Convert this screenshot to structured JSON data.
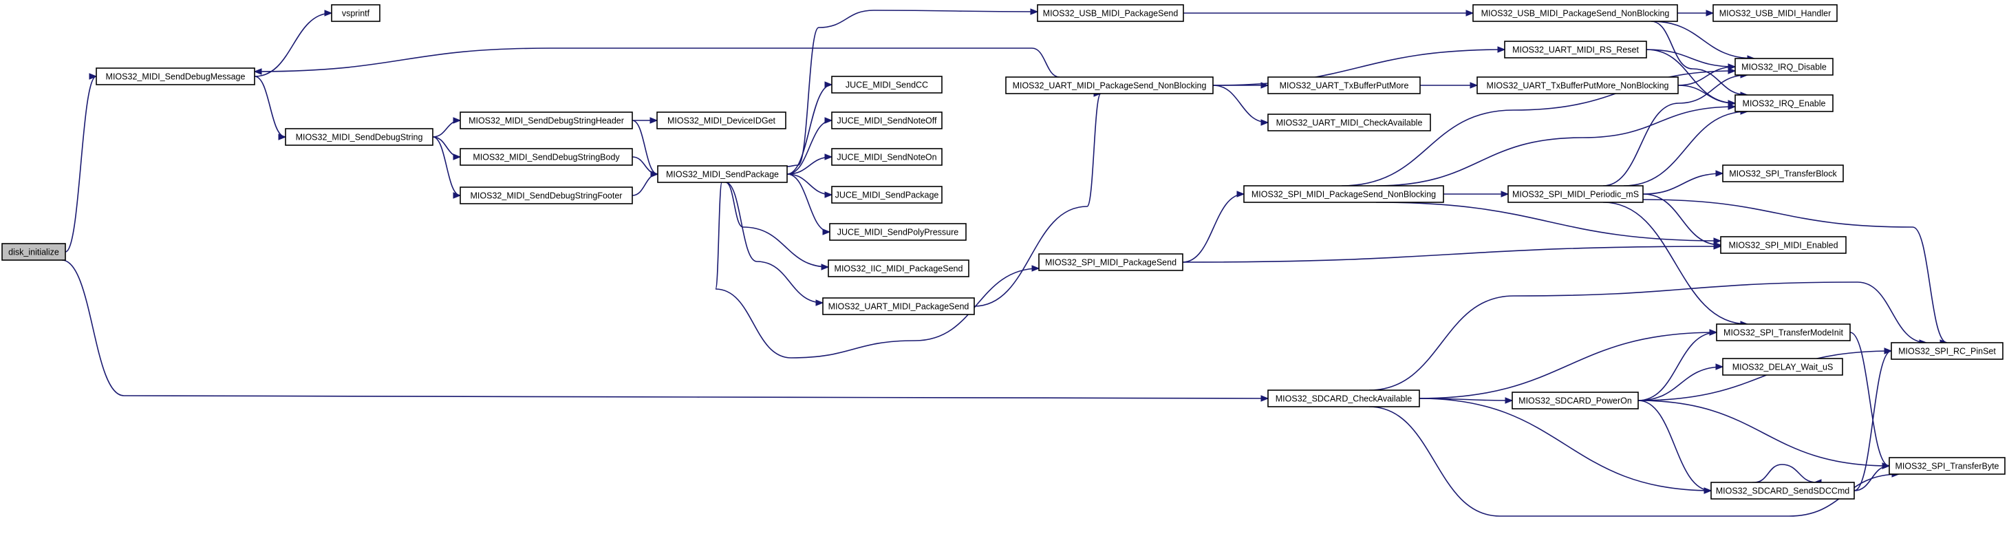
{
  "nodes": [
    {
      "id": "disk_initialize",
      "label": "disk_initialize",
      "root": true
    },
    {
      "id": "MIOS32_MIDI_SendDebugMessage",
      "label": "MIOS32_MIDI_SendDebugMessage"
    },
    {
      "id": "vsprintf",
      "label": "vsprintf"
    },
    {
      "id": "MIOS32_MIDI_SendDebugString",
      "label": "MIOS32_MIDI_SendDebugString"
    },
    {
      "id": "MIOS32_MIDI_SendDebugStringHeader",
      "label": "MIOS32_MIDI_SendDebugStringHeader"
    },
    {
      "id": "MIOS32_MIDI_SendDebugStringBody",
      "label": "MIOS32_MIDI_SendDebugStringBody"
    },
    {
      "id": "MIOS32_MIDI_SendDebugStringFooter",
      "label": "MIOS32_MIDI_SendDebugStringFooter"
    },
    {
      "id": "MIOS32_MIDI_DeviceIDGet",
      "label": "MIOS32_MIDI_DeviceIDGet"
    },
    {
      "id": "MIOS32_MIDI_SendPackage",
      "label": "MIOS32_MIDI_SendPackage"
    },
    {
      "id": "JUCE_MIDI_SendCC",
      "label": "JUCE_MIDI_SendCC"
    },
    {
      "id": "JUCE_MIDI_SendNoteOff",
      "label": "JUCE_MIDI_SendNoteOff"
    },
    {
      "id": "JUCE_MIDI_SendNoteOn",
      "label": "JUCE_MIDI_SendNoteOn"
    },
    {
      "id": "JUCE_MIDI_SendPackage",
      "label": "JUCE_MIDI_SendPackage"
    },
    {
      "id": "JUCE_MIDI_SendPolyPressure",
      "label": "JUCE_MIDI_SendPolyPressure"
    },
    {
      "id": "MIOS32_IIC_MIDI_PackageSend",
      "label": "MIOS32_IIC_MIDI_PackageSend"
    },
    {
      "id": "MIOS32_UART_MIDI_PackageSend",
      "label": "MIOS32_UART_MIDI_PackageSend"
    },
    {
      "id": "MIOS32_USB_MIDI_PackageSend",
      "label": "MIOS32_USB_MIDI_PackageSend"
    },
    {
      "id": "MIOS32_UART_MIDI_PackageSend_NonBlocking",
      "label": "MIOS32_UART_MIDI_PackageSend_NonBlocking"
    },
    {
      "id": "MIOS32_SPI_MIDI_PackageSend",
      "label": "MIOS32_SPI_MIDI_PackageSend"
    },
    {
      "id": "MIOS32_SDCARD_CheckAvailable",
      "label": "MIOS32_SDCARD_CheckAvailable"
    },
    {
      "id": "MIOS32_USB_MIDI_PackageSend_NonBlocking",
      "label": "MIOS32_USB_MIDI_PackageSend_NonBlocking"
    },
    {
      "id": "MIOS32_USB_MIDI_Handler",
      "label": "MIOS32_USB_MIDI_Handler"
    },
    {
      "id": "MIOS32_UART_MIDI_RS_Reset",
      "label": "MIOS32_UART_MIDI_RS_Reset"
    },
    {
      "id": "MIOS32_UART_TxBufferPutMore",
      "label": "MIOS32_UART_TxBufferPutMore"
    },
    {
      "id": "MIOS32_UART_TxBufferPutMore_NonBlocking",
      "label": "MIOS32_UART_TxBufferPutMore_NonBlocking"
    },
    {
      "id": "MIOS32_UART_MIDI_CheckAvailable",
      "label": "MIOS32_UART_MIDI_CheckAvailable"
    },
    {
      "id": "MIOS32_IRQ_Disable",
      "label": "MIOS32_IRQ_Disable"
    },
    {
      "id": "MIOS32_IRQ_Enable",
      "label": "MIOS32_IRQ_Enable"
    },
    {
      "id": "MIOS32_SPI_MIDI_PackageSend_NonBlocking",
      "label": "MIOS32_SPI_MIDI_PackageSend_NonBlocking"
    },
    {
      "id": "MIOS32_SPI_MIDI_Periodic_mS",
      "label": "MIOS32_SPI_MIDI_Periodic_mS"
    },
    {
      "id": "MIOS32_SPI_TransferBlock",
      "label": "MIOS32_SPI_TransferBlock"
    },
    {
      "id": "MIOS32_SPI_MIDI_Enabled",
      "label": "MIOS32_SPI_MIDI_Enabled"
    },
    {
      "id": "MIOS32_SPI_TransferModeInit",
      "label": "MIOS32_SPI_TransferModeInit"
    },
    {
      "id": "MIOS32_SPI_RC_PinSet",
      "label": "MIOS32_SPI_RC_PinSet"
    },
    {
      "id": "MIOS32_SDCARD_PowerOn",
      "label": "MIOS32_SDCARD_PowerOn"
    },
    {
      "id": "MIOS32_DELAY_Wait_uS",
      "label": "MIOS32_DELAY_Wait_uS"
    },
    {
      "id": "MIOS32_SDCARD_SendSDCCmd",
      "label": "MIOS32_SDCARD_SendSDCCmd"
    },
    {
      "id": "MIOS32_SPI_TransferByte",
      "label": "MIOS32_SPI_TransferByte"
    }
  ],
  "edges": [
    {
      "from": "disk_initialize",
      "to": "MIOS32_MIDI_SendDebugMessage"
    },
    {
      "from": "disk_initialize",
      "to": "MIOS32_SDCARD_CheckAvailable"
    },
    {
      "from": "MIOS32_MIDI_SendDebugMessage",
      "to": "vsprintf"
    },
    {
      "from": "MIOS32_MIDI_SendDebugMessage",
      "to": "MIOS32_MIDI_SendDebugString"
    },
    {
      "from": "MIOS32_MIDI_SendDebugString",
      "to": "MIOS32_MIDI_SendDebugStringHeader"
    },
    {
      "from": "MIOS32_MIDI_SendDebugString",
      "to": "MIOS32_MIDI_SendDebugStringBody"
    },
    {
      "from": "MIOS32_MIDI_SendDebugString",
      "to": "MIOS32_MIDI_SendDebugStringFooter"
    },
    {
      "from": "MIOS32_MIDI_SendDebugStringHeader",
      "to": "MIOS32_MIDI_DeviceIDGet"
    },
    {
      "from": "MIOS32_MIDI_SendDebugStringHeader",
      "to": "MIOS32_MIDI_SendPackage"
    },
    {
      "from": "MIOS32_MIDI_SendDebugStringBody",
      "to": "MIOS32_MIDI_SendPackage"
    },
    {
      "from": "MIOS32_MIDI_SendDebugStringFooter",
      "to": "MIOS32_MIDI_SendPackage"
    },
    {
      "from": "MIOS32_MIDI_SendPackage",
      "to": "MIOS32_USB_MIDI_PackageSend"
    },
    {
      "from": "MIOS32_MIDI_SendPackage",
      "to": "JUCE_MIDI_SendCC"
    },
    {
      "from": "MIOS32_MIDI_SendPackage",
      "to": "JUCE_MIDI_SendNoteOff"
    },
    {
      "from": "MIOS32_MIDI_SendPackage",
      "to": "JUCE_MIDI_SendNoteOn"
    },
    {
      "from": "MIOS32_MIDI_SendPackage",
      "to": "JUCE_MIDI_SendPackage"
    },
    {
      "from": "MIOS32_MIDI_SendPackage",
      "to": "JUCE_MIDI_SendPolyPressure"
    },
    {
      "from": "MIOS32_MIDI_SendPackage",
      "to": "MIOS32_IIC_MIDI_PackageSend"
    },
    {
      "from": "MIOS32_MIDI_SendPackage",
      "to": "MIOS32_UART_MIDI_PackageSend"
    },
    {
      "from": "MIOS32_MIDI_SendPackage",
      "to": "MIOS32_SPI_MIDI_PackageSend"
    },
    {
      "from": "MIOS32_UART_MIDI_PackageSend",
      "to": "MIOS32_UART_MIDI_PackageSend_NonBlocking"
    },
    {
      "from": "MIOS32_UART_MIDI_PackageSend_NonBlocking",
      "to": "MIOS32_MIDI_SendDebugMessage"
    },
    {
      "from": "MIOS32_UART_MIDI_PackageSend_NonBlocking",
      "to": "MIOS32_UART_MIDI_RS_Reset"
    },
    {
      "from": "MIOS32_UART_MIDI_PackageSend_NonBlocking",
      "to": "MIOS32_UART_TxBufferPutMore"
    },
    {
      "from": "MIOS32_UART_MIDI_PackageSend_NonBlocking",
      "to": "MIOS32_UART_MIDI_CheckAvailable"
    },
    {
      "from": "MIOS32_USB_MIDI_PackageSend",
      "to": "MIOS32_USB_MIDI_PackageSend_NonBlocking"
    },
    {
      "from": "MIOS32_USB_MIDI_PackageSend_NonBlocking",
      "to": "MIOS32_USB_MIDI_Handler"
    },
    {
      "from": "MIOS32_USB_MIDI_PackageSend_NonBlocking",
      "to": "MIOS32_IRQ_Disable"
    },
    {
      "from": "MIOS32_USB_MIDI_PackageSend_NonBlocking",
      "to": "MIOS32_IRQ_Enable"
    },
    {
      "from": "MIOS32_UART_MIDI_RS_Reset",
      "to": "MIOS32_IRQ_Disable"
    },
    {
      "from": "MIOS32_UART_MIDI_RS_Reset",
      "to": "MIOS32_IRQ_Enable"
    },
    {
      "from": "MIOS32_UART_TxBufferPutMore",
      "to": "MIOS32_UART_TxBufferPutMore_NonBlocking"
    },
    {
      "from": "MIOS32_UART_TxBufferPutMore_NonBlocking",
      "to": "MIOS32_IRQ_Disable"
    },
    {
      "from": "MIOS32_UART_TxBufferPutMore_NonBlocking",
      "to": "MIOS32_IRQ_Enable"
    },
    {
      "from": "MIOS32_SPI_MIDI_PackageSend",
      "to": "MIOS32_SPI_MIDI_PackageSend_NonBlocking"
    },
    {
      "from": "MIOS32_SPI_MIDI_PackageSend",
      "to": "MIOS32_SPI_MIDI_Enabled"
    },
    {
      "from": "MIOS32_SPI_MIDI_PackageSend_NonBlocking",
      "to": "MIOS32_IRQ_Disable"
    },
    {
      "from": "MIOS32_SPI_MIDI_PackageSend_NonBlocking",
      "to": "MIOS32_IRQ_Enable"
    },
    {
      "from": "MIOS32_SPI_MIDI_PackageSend_NonBlocking",
      "to": "MIOS32_SPI_MIDI_Periodic_mS"
    },
    {
      "from": "MIOS32_SPI_MIDI_PackageSend_NonBlocking",
      "to": "MIOS32_SPI_MIDI_Enabled"
    },
    {
      "from": "MIOS32_SPI_MIDI_Periodic_mS",
      "to": "MIOS32_IRQ_Disable"
    },
    {
      "from": "MIOS32_SPI_MIDI_Periodic_mS",
      "to": "MIOS32_IRQ_Enable"
    },
    {
      "from": "MIOS32_SPI_MIDI_Periodic_mS",
      "to": "MIOS32_SPI_TransferBlock"
    },
    {
      "from": "MIOS32_SPI_MIDI_Periodic_mS",
      "to": "MIOS32_SPI_MIDI_Enabled"
    },
    {
      "from": "MIOS32_SPI_MIDI_Periodic_mS",
      "to": "MIOS32_SPI_TransferModeInit"
    },
    {
      "from": "MIOS32_SPI_MIDI_Periodic_mS",
      "to": "MIOS32_SPI_RC_PinSet"
    },
    {
      "from": "MIOS32_SDCARD_CheckAvailable",
      "to": "MIOS32_SPI_RC_PinSet"
    },
    {
      "from": "MIOS32_SDCARD_CheckAvailable",
      "to": "MIOS32_SPI_TransferModeInit"
    },
    {
      "from": "MIOS32_SDCARD_CheckAvailable",
      "to": "MIOS32_SDCARD_PowerOn"
    },
    {
      "from": "MIOS32_SDCARD_CheckAvailable",
      "to": "MIOS32_SDCARD_SendSDCCmd"
    },
    {
      "from": "MIOS32_SDCARD_CheckAvailable",
      "to": "MIOS32_SPI_TransferByte"
    },
    {
      "from": "MIOS32_SDCARD_PowerOn",
      "to": "MIOS32_SPI_TransferModeInit"
    },
    {
      "from": "MIOS32_SDCARD_PowerOn",
      "to": "MIOS32_DELAY_Wait_uS"
    },
    {
      "from": "MIOS32_SDCARD_PowerOn",
      "to": "MIOS32_SPI_RC_PinSet"
    },
    {
      "from": "MIOS32_SDCARD_PowerOn",
      "to": "MIOS32_SDCARD_SendSDCCmd"
    },
    {
      "from": "MIOS32_SDCARD_PowerOn",
      "to": "MIOS32_SPI_TransferByte"
    },
    {
      "from": "MIOS32_SPI_TransferModeInit",
      "to": "MIOS32_SPI_TransferByte"
    },
    {
      "from": "MIOS32_SDCARD_SendSDCCmd",
      "to": "MIOS32_SDCARD_SendSDCCmd"
    },
    {
      "from": "MIOS32_SDCARD_SendSDCCmd",
      "to": "MIOS32_SPI_RC_PinSet"
    },
    {
      "from": "MIOS32_SDCARD_SendSDCCmd",
      "to": "MIOS32_SPI_TransferByte"
    }
  ]
}
